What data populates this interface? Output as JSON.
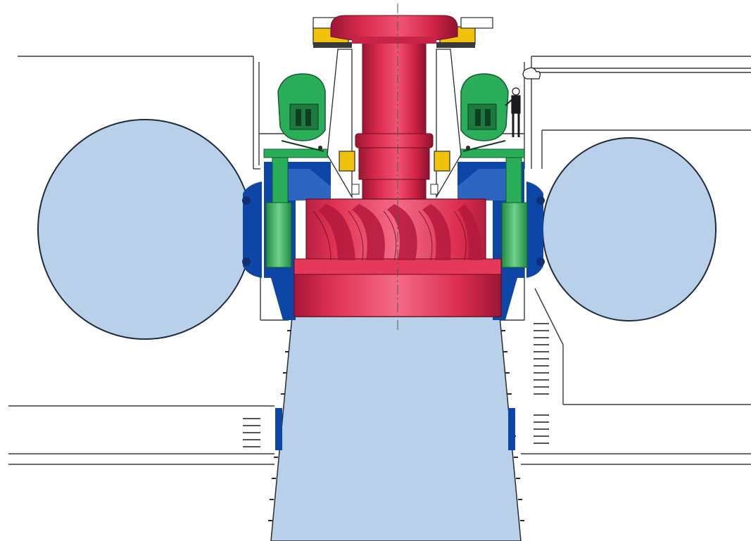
{
  "diagram": {
    "subject": "",
    "colors": {
      "background": "#ffffff",
      "line": "#2b2b2b",
      "water": "#b8d0ea",
      "runner": "#e23455",
      "runner_dark": "#a8173a",
      "runner_light": "#f47c95",
      "wicket_gate": "#2e9a55",
      "wicket_gate_light": "#7fcf8e",
      "generator_ring": "#2bae5a",
      "bearing": "#f0c20b",
      "stay_ring": "#0e46a8",
      "stay_ring_light": "#3c72cc"
    },
    "components": [
      "spiral-casing-left",
      "spiral-casing-right",
      "draft-tube",
      "runner",
      "main-shaft",
      "shaft-flange",
      "upper-bearing",
      "lower-bearing",
      "wicket-gates",
      "servomotors",
      "stay-ring",
      "head-cover",
      "operator-figure",
      "centerline"
    ]
  }
}
